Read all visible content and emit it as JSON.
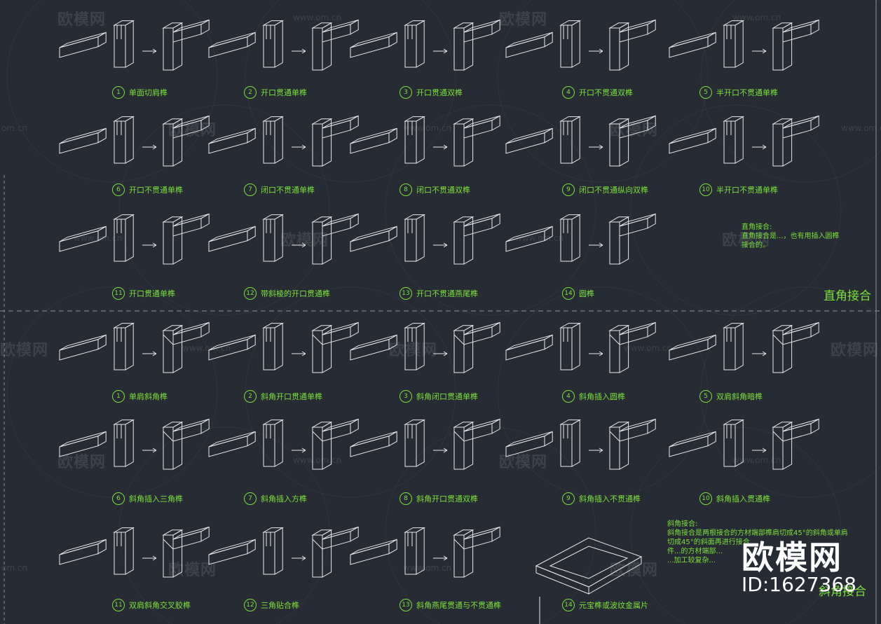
{
  "watermark": {
    "logo_text": "欧模网",
    "url_text": "www.om.cn",
    "url_short": "om.cn"
  },
  "brand": {
    "name": "欧模网",
    "id_text": "ID:1627368"
  },
  "section_top": {
    "title": "直角接合",
    "note": [
      "直角接合:",
      "直角接合是...，也有用插入圆榫",
      "接合的。"
    ],
    "captions": [
      {
        "n": "1",
        "label": "单面切肩榫"
      },
      {
        "n": "2",
        "label": "开口贯通单榫"
      },
      {
        "n": "3",
        "label": "开口贯通双榫"
      },
      {
        "n": "4",
        "label": "开口不贯通双榫"
      },
      {
        "n": "5",
        "label": "半开口不贯通单榫"
      },
      {
        "n": "6",
        "label": "开口不贯通单榫"
      },
      {
        "n": "7",
        "label": "闭口不贯通单榫"
      },
      {
        "n": "8",
        "label": "闭口不贯通双榫"
      },
      {
        "n": "9",
        "label": "闭口不贯通纵向双榫"
      },
      {
        "n": "10",
        "label": "半开口不贯通单榫"
      },
      {
        "n": "11",
        "label": "开口贯通单榫"
      },
      {
        "n": "12",
        "label": "带斜棱的开口贯通榫"
      },
      {
        "n": "13",
        "label": "开口不贯通燕尾榫"
      },
      {
        "n": "14",
        "label": "圆榫"
      }
    ]
  },
  "section_bottom": {
    "title": "斜角接合",
    "note": [
      "斜角接合:",
      "斜角接合是两根接合的方材端部榫肩切成45°的斜角或单肩",
      "切成45°的斜面再进行接合...",
      "件...的方材端部...",
      "...加工较复杂..."
    ],
    "captions": [
      {
        "n": "1",
        "label": "单肩斜角榫"
      },
      {
        "n": "2",
        "label": "斜角开口贯通单榫"
      },
      {
        "n": "3",
        "label": "斜角闭口贯通单榫"
      },
      {
        "n": "4",
        "label": "斜角插入圆榫"
      },
      {
        "n": "5",
        "label": "双肩斜角暗榫"
      },
      {
        "n": "6",
        "label": "斜角插入三角榫"
      },
      {
        "n": "7",
        "label": "斜角插入方榫"
      },
      {
        "n": "8",
        "label": "斜角开口贯通双榫"
      },
      {
        "n": "9",
        "label": "斜角插入不贯通榫"
      },
      {
        "n": "10",
        "label": "斜角插入贯通榫"
      },
      {
        "n": "11",
        "label": "双肩斜角交叉胶榫"
      },
      {
        "n": "12",
        "label": "三角贴合榫"
      },
      {
        "n": "13",
        "label": "斜角燕尾贯通与不贯通榫"
      },
      {
        "n": "14",
        "label": "元宝榫或波纹金属片"
      }
    ]
  },
  "colors": {
    "background": "#262b34",
    "line": "#e8e8e8",
    "caption": "#7be03a",
    "divider": "#8a8f99"
  }
}
